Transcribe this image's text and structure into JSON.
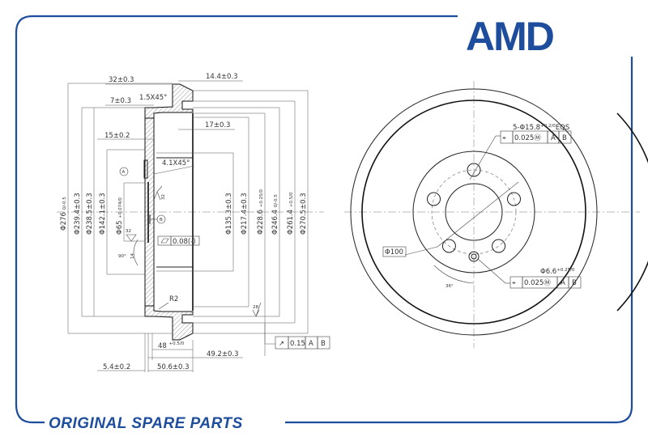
{
  "brand": {
    "logo": "AMD",
    "footer": "ORIGINAL SPARE PARTS",
    "color": "#1d4d9c"
  },
  "side_view": {
    "top_dims": [
      "32±0.3",
      "14.4±0.3",
      "7±0.3",
      "1.5X45°",
      "17±0.3",
      "15±0.2",
      "4.1X45°"
    ],
    "diameters": [
      {
        "main": "Φ276",
        "tol": "0/-0.5"
      },
      {
        "main": "Φ239.4±0.3",
        "tol": ""
      },
      {
        "main": "Φ238.5±0.3",
        "tol": ""
      },
      {
        "main": "Φ142.1±0.3",
        "tol": ""
      },
      {
        "main": "Φ65",
        "tol": "+0.074/0"
      },
      {
        "main": "Φ135.3±0.3",
        "tol": ""
      },
      {
        "main": "Φ217.4±0.3",
        "tol": ""
      },
      {
        "main": "Φ228.6",
        "tol": "+0.25/0"
      },
      {
        "main": "Φ246.4",
        "tol": "0/-0.5"
      },
      {
        "main": "Φ261.4",
        "tol": "+0.5/0"
      },
      {
        "main": "Φ270.5±0.3",
        "tol": ""
      }
    ],
    "datum_a": "A",
    "datum_b": "B",
    "roughness_1": "32",
    "roughness_2": "32",
    "roughness_3": "28",
    "flatness": "0.08(-)",
    "angle": "90°",
    "chamfer_small": "14",
    "radius": "R2",
    "bottom_dims": [
      {
        "main": "48",
        "tol": "+0.5/0"
      },
      {
        "main": "49.2±0.3",
        "tol": ""
      },
      {
        "main": "5.4±0.2",
        "tol": ""
      },
      {
        "main": "50.6±0.3",
        "tol": ""
      }
    ],
    "runout_frame": {
      "symbol": "↗",
      "value": "0.15",
      "datum1": "A",
      "datum2": "B"
    }
  },
  "front_view": {
    "bolt_holes": {
      "label": "5-Φ15.8",
      "tol": "+0.2/0",
      "suffix": "EQS"
    },
    "bolt_frame": {
      "symbol": "⌖",
      "value": "0.025Ⓜ",
      "datum1": "A",
      "datum2": "B"
    },
    "pcd": "Φ100",
    "angle": "36°",
    "small_hole": {
      "label": "Φ6.6",
      "tol": "+0.25/0"
    },
    "small_frame": {
      "symbol": "⌖",
      "value": "0.025Ⓜ",
      "datum1": "A",
      "datum2": "B"
    }
  }
}
